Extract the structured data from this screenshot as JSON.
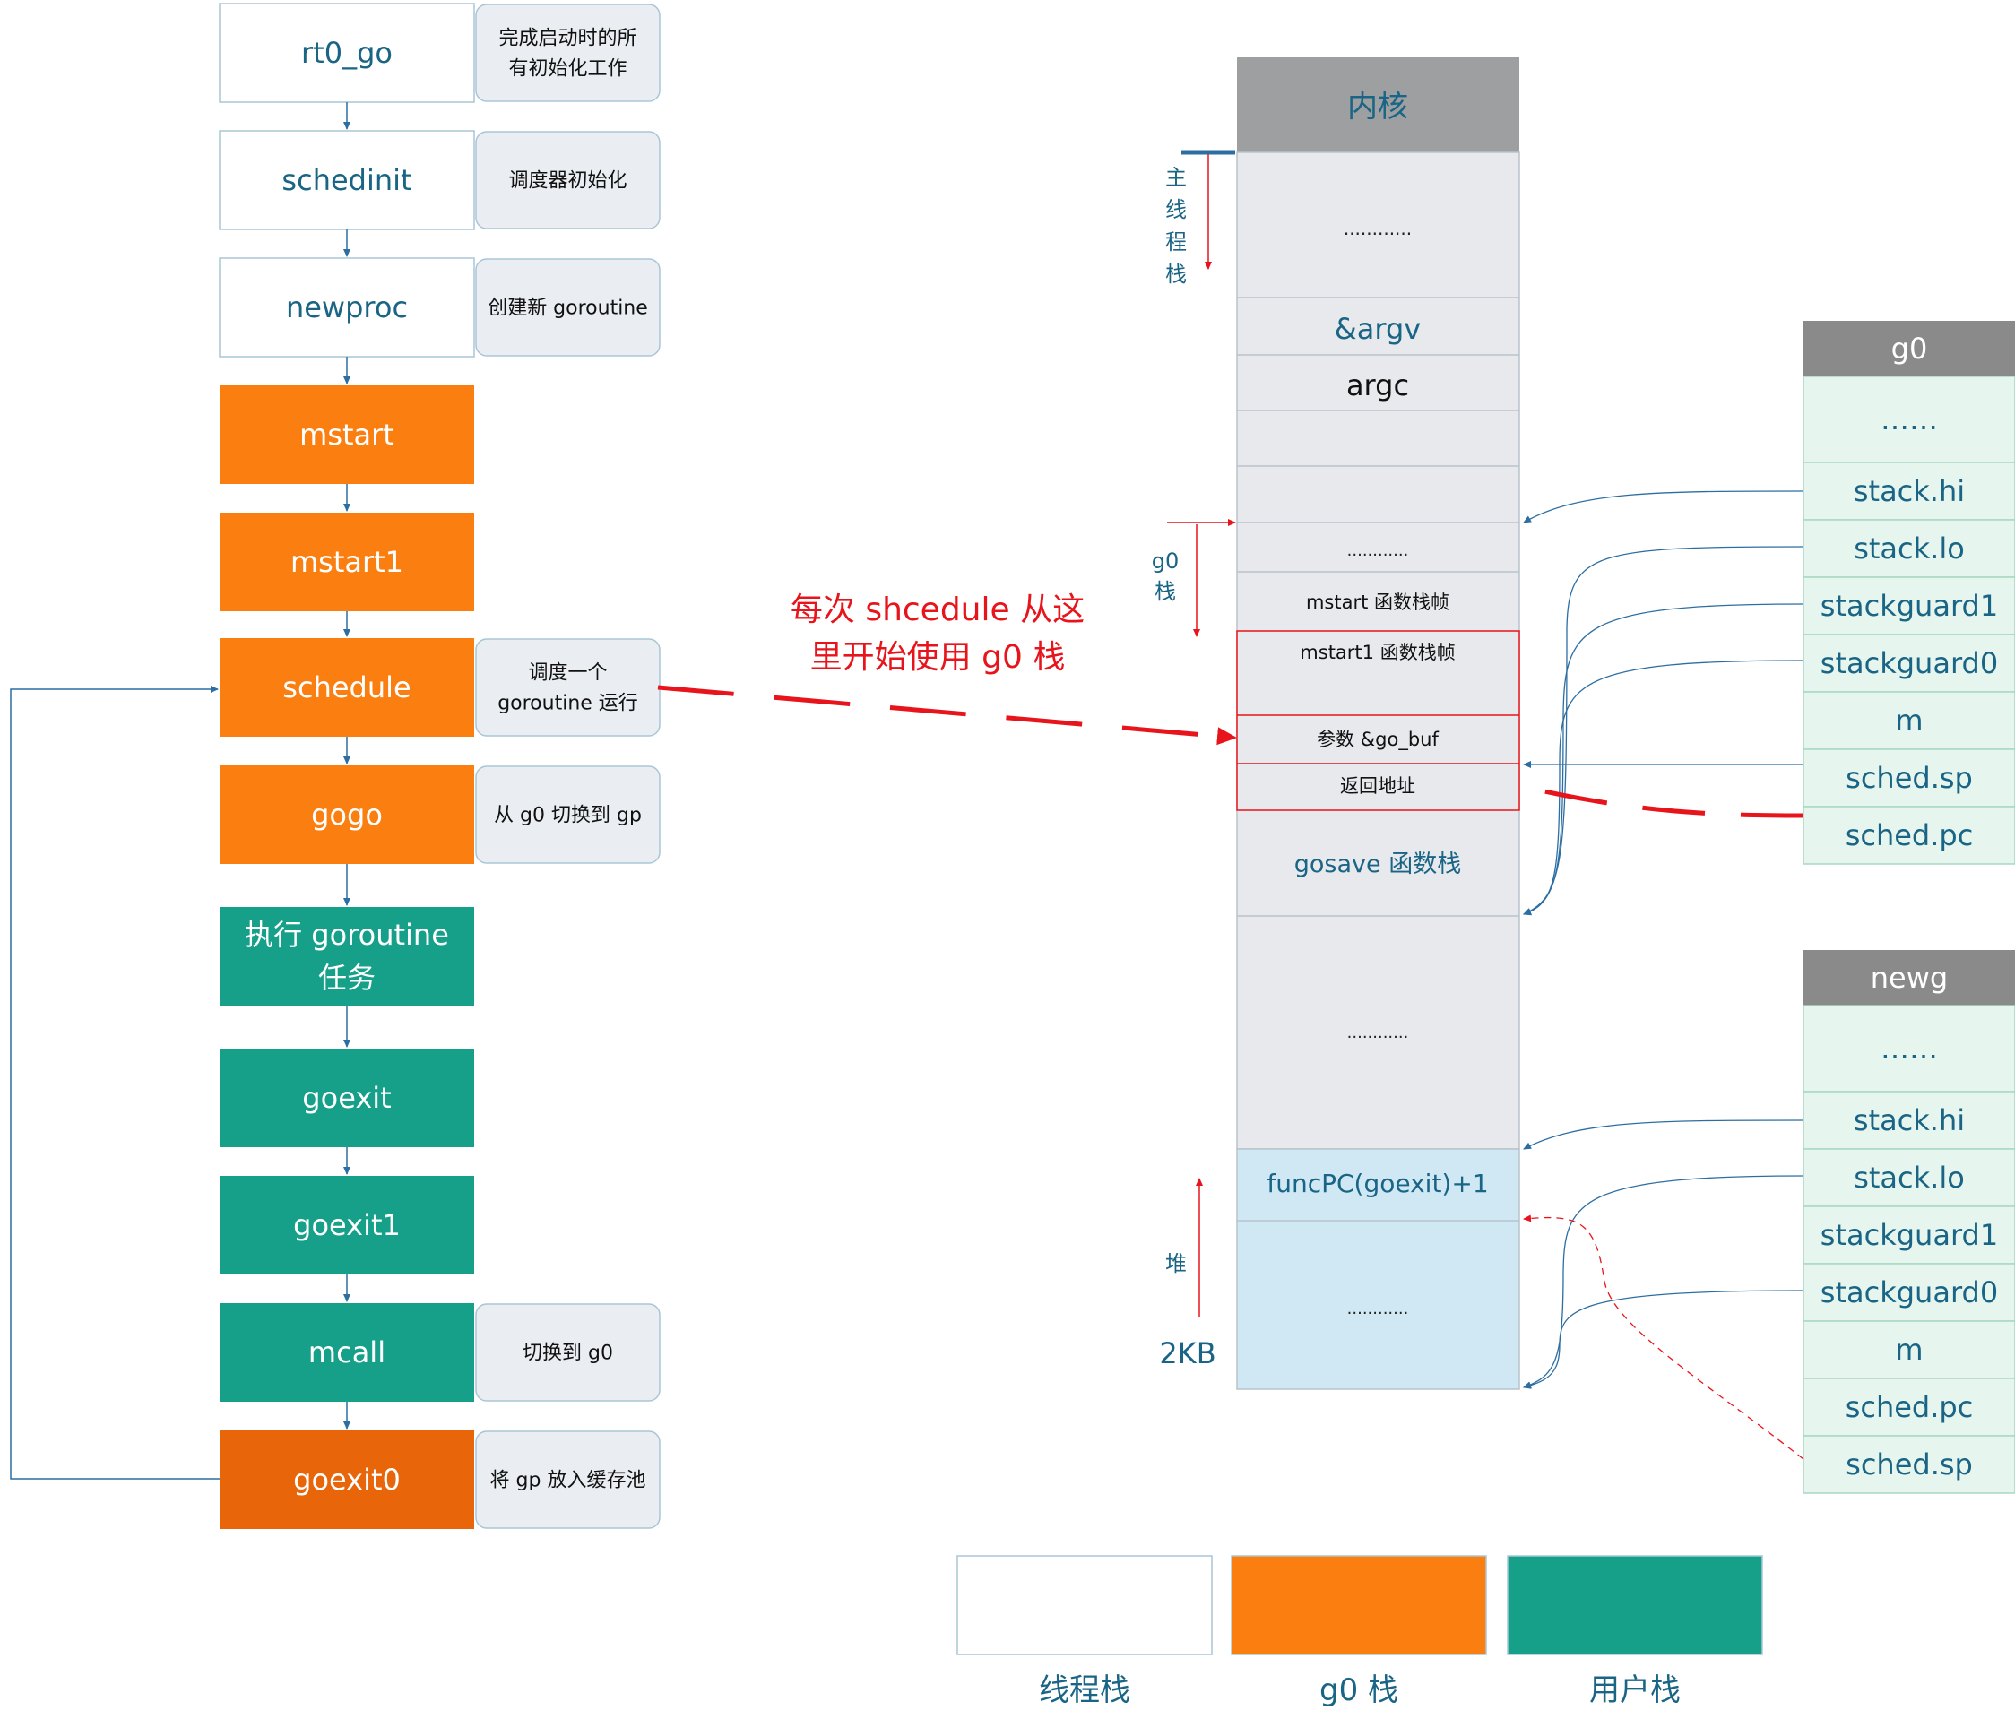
{
  "flow": {
    "steps": [
      {
        "label": "rt0_go",
        "kind": "thread",
        "note": "完成启动时的所\n有初始化工作"
      },
      {
        "label": "schedinit",
        "kind": "thread",
        "note": "调度器初始化"
      },
      {
        "label": "newproc",
        "kind": "thread",
        "note": "创建新 goroutine"
      },
      {
        "label": "mstart",
        "kind": "g0",
        "note": ""
      },
      {
        "label": "mstart1",
        "kind": "g0",
        "note": ""
      },
      {
        "label": "schedule",
        "kind": "g0",
        "note": "调度一个\ngoroutine 运行"
      },
      {
        "label": "gogo",
        "kind": "g0",
        "note": "从 g0 切换到 gp"
      },
      {
        "label": "执行 goroutine\n任务",
        "kind": "user",
        "note": ""
      },
      {
        "label": "goexit",
        "kind": "user",
        "note": ""
      },
      {
        "label": "goexit1",
        "kind": "user",
        "note": ""
      },
      {
        "label": "mcall",
        "kind": "user",
        "note": "切换到 g0"
      },
      {
        "label": "goexit0",
        "kind": "g0dark",
        "note": "将 gp 放入缓存池"
      }
    ]
  },
  "annotation": {
    "text": "每次 shcedule 从这\n里开始使用 g0 栈"
  },
  "stack": {
    "kernel": "内核",
    "dots1": "............",
    "argv": "&argv",
    "argc": "argc",
    "dots2": "............",
    "mstart_frame": "mstart 函数栈帧",
    "mstart1_frame": "mstart1 函数栈帧",
    "param": "参数 &go_buf",
    "ret": "返回地址",
    "gosave": "gosave 函数栈",
    "dots3": "............",
    "funcpc": "funcPC(goexit)+1",
    "dots4": "............",
    "main_thread_label": "主\n线\n程\n栈",
    "g0_label": "g0\n栈",
    "heap_label": "堆",
    "size_label": "2KB"
  },
  "g0": {
    "title": "g0",
    "fields": [
      "……",
      "stack.hi",
      "stack.lo",
      "stackguard1",
      "stackguard0",
      "m",
      "sched.sp",
      "sched.pc"
    ]
  },
  "newg": {
    "title": "newg",
    "fields": [
      "……",
      "stack.hi",
      "stack.lo",
      "stackguard1",
      "stackguard0",
      "m",
      "sched.pc",
      "sched.sp"
    ]
  },
  "legend": {
    "items": [
      {
        "label": "线程栈",
        "color": "#ffffff"
      },
      {
        "label": "g0 栈",
        "color": "#fa7f10"
      },
      {
        "label": "用户栈",
        "color": "#16a089"
      }
    ]
  },
  "colors": {
    "thread": "#ffffff",
    "g0": "#fa7f10",
    "g0dark": "#e8650a",
    "user": "#16a089",
    "note_bg": "#eaeef2",
    "stack_bg": "#e8e9ed",
    "kernel_bg": "#9d9fa0",
    "heap_bg": "#cfe8f4",
    "struct_bg": "#e6f5ee",
    "struct_head": "#8a8a8a",
    "blue_text": "#1a6585",
    "red": "#e8141b",
    "line": "#2c6ea2"
  }
}
